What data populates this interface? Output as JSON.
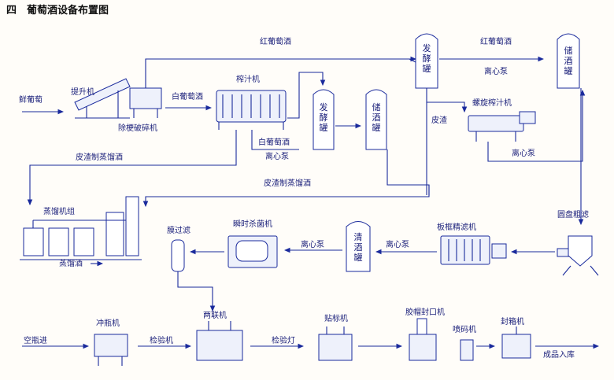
{
  "title": "四　葡萄酒设备布置图",
  "labels": {
    "fresh_grape": "鲜葡萄",
    "elevator": "提升机",
    "destemmer": "除梗破碎机",
    "white_wine_1": "白葡萄酒",
    "press": "榨汁机",
    "red_wine_top": "红葡萄酒",
    "ferment_tank_1": "发酵罐",
    "storage_tank_1": "储酒罐",
    "white_wine_2": "白葡萄酒",
    "pump_1": "离心泵",
    "ferment_tank_2": "发酵罐",
    "red_wine_right": "红葡萄酒",
    "pump_2": "离心泵",
    "storage_tank_2": "储酒罐",
    "pomace": "皮渣",
    "screw_press": "螺旋榨汁机",
    "pump_3": "离心泵",
    "pomace_brandy_1": "皮渣制蒸馏酒",
    "pomace_brandy_2": "皮渣制蒸馏酒",
    "distill_unit": "蒸馏机组",
    "distilled_spirit": "蒸馏酒",
    "membrane_filter": "膜过滤",
    "flash_sterilizer": "瞬时杀菌机",
    "pump_4": "离心泵",
    "clear_tank": "清酒罐",
    "pump_5": "离心泵",
    "plate_filter": "板框精滤机",
    "disc_filter": "圆盘粗滤",
    "empty_bottle": "空瓶进",
    "bottle_washer": "冲瓶机",
    "inspector_1": "检验机",
    "filler": "两联机",
    "inspector_2": "检验灯",
    "labeler": "贴标机",
    "capper": "胶帽封口机",
    "coder": "喷码机",
    "case_sealer": "封箱机",
    "warehouse": "成品入库"
  }
}
